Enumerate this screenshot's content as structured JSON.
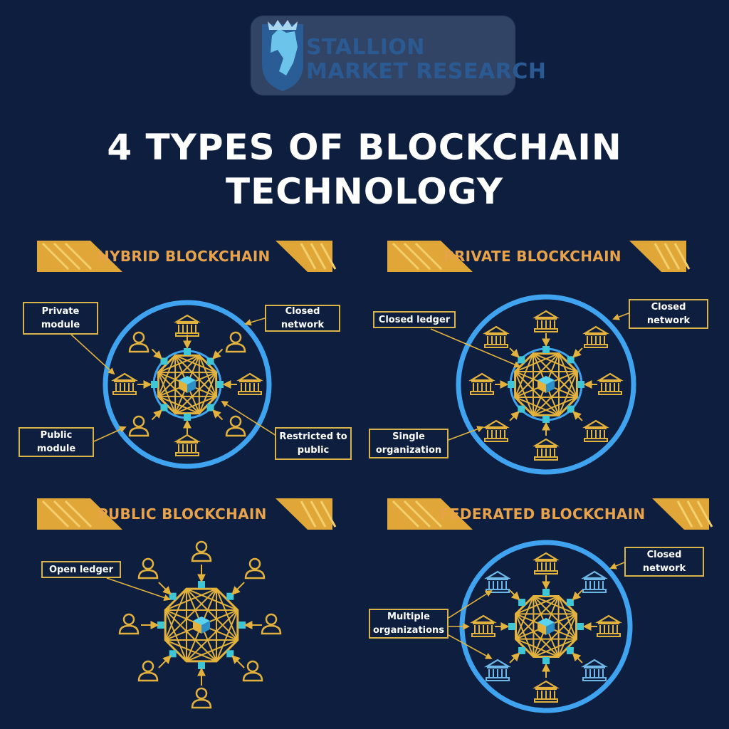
{
  "logo": {
    "line1": "STALLION",
    "line2": "MARKET RESEARCH",
    "icon": "horse-shield-icon"
  },
  "title": {
    "line1": "4 TYPES OF BLOCKCHAIN",
    "line2": "TECHNOLOGY"
  },
  "colors": {
    "background": "#0d1e3f",
    "ring": "#3fa3f0",
    "gold": "#e3b23c",
    "accent": "#3ec6d6",
    "banner": "#e8a24a"
  },
  "sections": {
    "hybrid": {
      "label": "HYBRID BLOCKCHAIN",
      "callouts": {
        "private_module": "Private module",
        "closed_network": "Closed network",
        "public_module": "Public module",
        "restricted": "Restricted to public"
      }
    },
    "private": {
      "label": "PRIVATE BLOCKCHAIN",
      "callouts": {
        "closed_ledger": "Closed ledger",
        "closed_network": "Closed network",
        "single_org": "Single organization"
      }
    },
    "public": {
      "label": "PUBLIC BLOCKCHAIN",
      "callouts": {
        "open_ledger": "Open ledger"
      }
    },
    "federated": {
      "label": "FEDERATED BLOCKCHAIN",
      "callouts": {
        "closed_network": "Closed network",
        "multiple_orgs": "Multiple organizations"
      }
    }
  }
}
